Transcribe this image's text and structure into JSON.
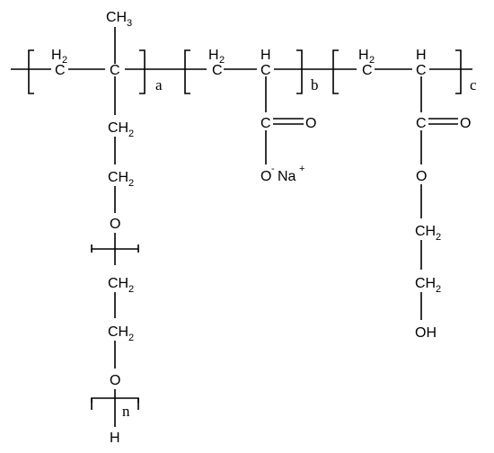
{
  "structure": {
    "side_chain_peg": {
      "methyl_group": "CH",
      "methyl_sub": "3",
      "quaternary_carbon": "C",
      "ch2_1": "CH",
      "ch2_1_sub": "2",
      "ch2_2": "CH",
      "ch2_2_sub": "2",
      "ether_oxygen": "O",
      "peg_ch2_1": "CH",
      "peg_ch2_1_sub": "2",
      "peg_ch2_2": "CH",
      "peg_ch2_2_sub": "2",
      "peg_oxygen": "O",
      "terminal_h": "H",
      "repeat_index": "n"
    },
    "unit_a": {
      "ch2_top": "H",
      "ch2_top_sub": "2",
      "ch2_carbon": "C",
      "index": "a"
    },
    "unit_b": {
      "ch2_top": "H",
      "ch2_top_sub": "2",
      "ch2_carbon": "C",
      "ch_h": "H",
      "ch_carbon": "C",
      "carbonyl_carbon": "C",
      "carbonyl_oxygen": "O",
      "anion_oxygen": "O",
      "anion_charge": "-",
      "counter_ion": "Na",
      "counter_charge": "+",
      "index": "b"
    },
    "unit_c": {
      "ch2_top": "H",
      "ch2_top_sub": "2",
      "ch2_carbon": "C",
      "ch_h": "H",
      "ch_carbon": "C",
      "carbonyl_carbon": "C",
      "carbonyl_oxygen": "O",
      "ester_oxygen": "O",
      "ch2_1": "CH",
      "ch2_1_sub": "2",
      "ch2_2": "CH",
      "ch2_2_sub": "2",
      "hydroxyl": "OH",
      "index": "c"
    }
  }
}
